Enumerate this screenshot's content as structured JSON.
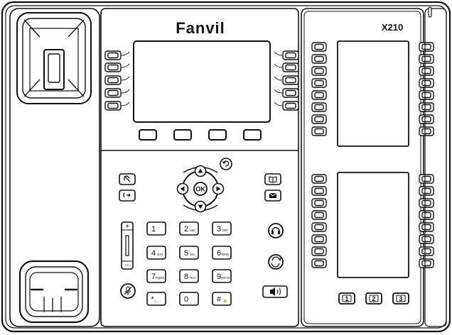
{
  "brand": {
    "logo": "Fanvil",
    "expansion_model": "X210"
  },
  "dpad": {
    "ok": "OK",
    "up": "▲",
    "down": "▼",
    "left": "◀",
    "right": "▶"
  },
  "keypad": [
    {
      "main": "1",
      "sub": ""
    },
    {
      "main": "2",
      "sub": "ABC"
    },
    {
      "main": "3",
      "sub": "DEF"
    },
    {
      "main": "4",
      "sub": "GHI"
    },
    {
      "main": "5",
      "sub": "JKL"
    },
    {
      "main": "6",
      "sub": "MNO"
    },
    {
      "main": "7",
      "sub": "PQRS"
    },
    {
      "main": "8",
      "sub": "TUV"
    },
    {
      "main": "9",
      "sub": "WXYZ"
    },
    {
      "main": "*.",
      "sub": ""
    },
    {
      "main": "0",
      "sub": ""
    },
    {
      "main": "#",
      "sub": "🔒"
    }
  ],
  "volume": {
    "plus": "+",
    "minus": "−"
  },
  "expansion_page_keys": [
    "1",
    "2",
    "3"
  ],
  "icons": {
    "handset": "handset-icon",
    "mute": "mute-icon",
    "transfer": "transfer-icon",
    "contacts": "book-icon",
    "messages": "envelope-icon",
    "headset": "headset-icon",
    "redial": "redial-icon",
    "speaker": "speaker-icon",
    "mic": "microphone-icon",
    "back": "back-arrow-icon"
  }
}
